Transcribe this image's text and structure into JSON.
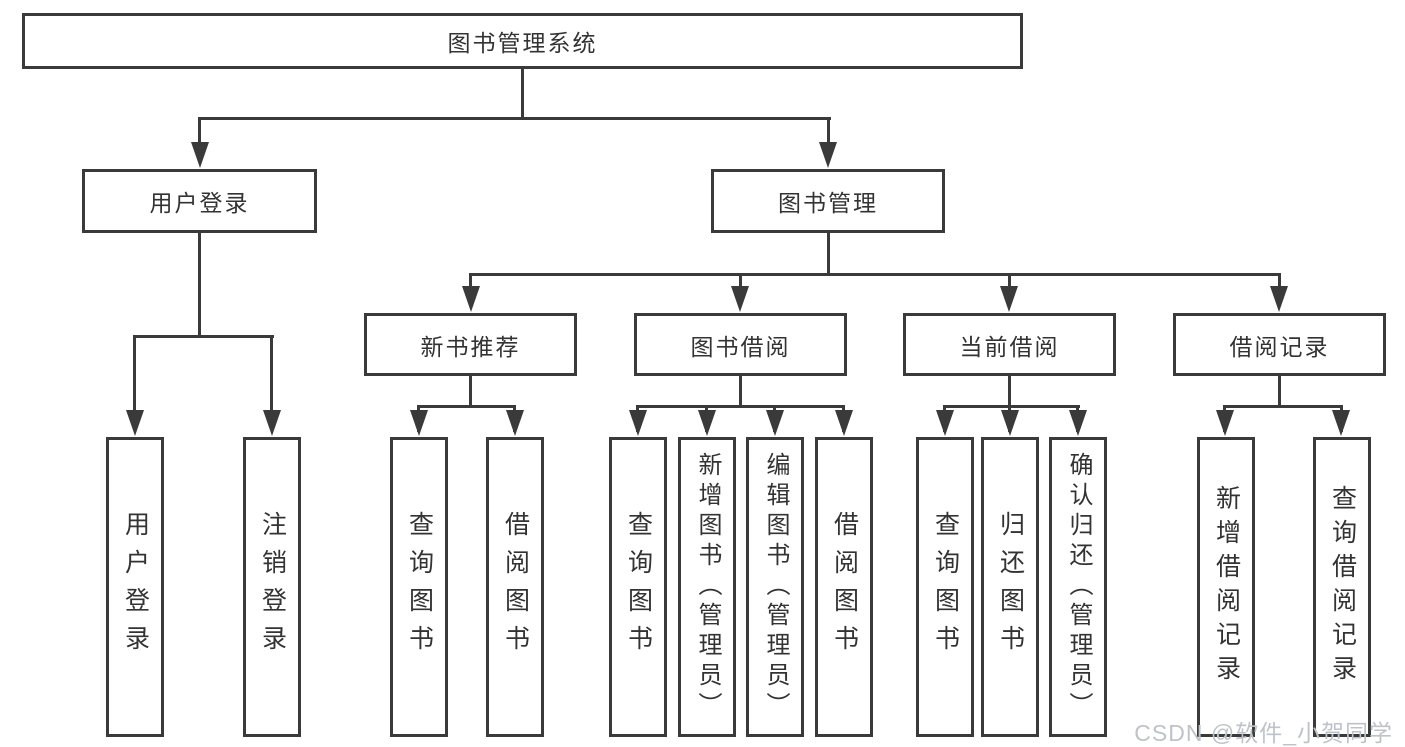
{
  "diagram": {
    "root": {
      "label": "图书管理系统"
    },
    "level2": [
      {
        "label": "用户登录"
      },
      {
        "label": "图书管理"
      }
    ],
    "level3": [
      {
        "label": "新书推荐"
      },
      {
        "label": "图书借阅"
      },
      {
        "label": "当前借阅"
      },
      {
        "label": "借阅记录"
      }
    ],
    "leaves": [
      {
        "label": "用户登录"
      },
      {
        "label": "注销登录"
      },
      {
        "label": "查询图书"
      },
      {
        "label": "借阅图书"
      },
      {
        "label": "查询图书"
      },
      {
        "label": "新增图书（管理员）"
      },
      {
        "label": "编辑图书（管理员）"
      },
      {
        "label": "借阅图书"
      },
      {
        "label": "查询图书"
      },
      {
        "label": "归还图书"
      },
      {
        "label": "确认归还（管理员）"
      },
      {
        "label": "新增借阅记录"
      },
      {
        "label": "查询借阅记录"
      }
    ],
    "colors": {
      "line": "#3a3a3a",
      "text": "#333333",
      "background": "#ffffff",
      "watermark": "#bfc3c9"
    }
  },
  "watermark": {
    "text": "CSDN @软件_小贺同学"
  }
}
